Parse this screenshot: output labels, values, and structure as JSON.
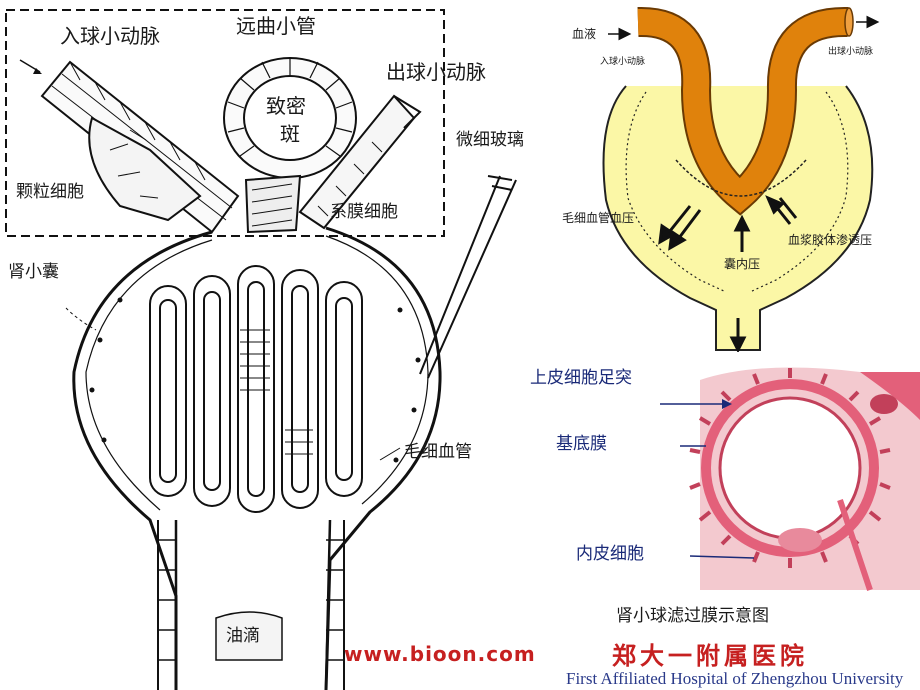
{
  "left_diagram": {
    "afferent_arteriole": "入球小动脉",
    "distal_tubule": "远曲小管",
    "macula_densa_1": "致密",
    "macula_densa_2": "斑",
    "efferent_arteriole": "出球小动脉",
    "micropipette": "微细玻璃",
    "granular_cell": "颗粒细胞",
    "mesangial_cell": "系膜细胞",
    "bowman_capsule": "肾小囊",
    "capillary": "毛细血管",
    "oil_drop": "油滴"
  },
  "pressure_diagram": {
    "blood": "血液",
    "afferent": "入球小动脉",
    "efferent": "出球小动脉",
    "capillary_pressure": "毛细血管血压",
    "capsule_pressure": "囊内压",
    "oncotic_pressure": "血浆胶体渗透压"
  },
  "membrane_diagram": {
    "podocyte": "上皮细胞足突",
    "basement_membrane": "基底膜",
    "endothelial": "内皮细胞",
    "caption": "肾小球滤过膜示意图"
  },
  "watermark": {
    "url": "www.bioon.com",
    "hospital_cn": "郑大一附属医院",
    "hospital_en": "First Affiliated Hospital of Zhengzhou University"
  },
  "colors": {
    "vessel": "#e0820c",
    "vessel_outline": "#6a3a04",
    "capsule_fill": "#fbf7a6",
    "membrane_pink": "#e3607a",
    "membrane_bg": "#f3c9cf",
    "watermark_red": "#c62020"
  }
}
